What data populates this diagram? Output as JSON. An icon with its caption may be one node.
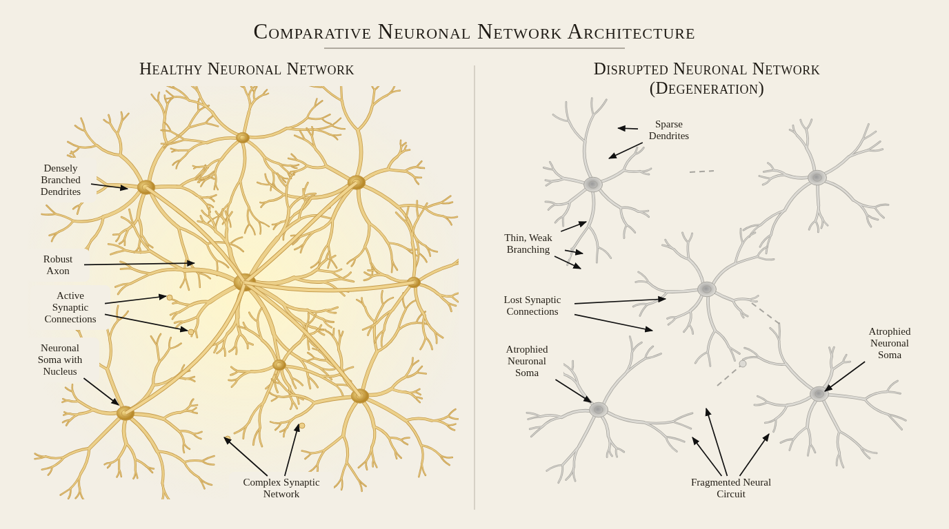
{
  "diagram": {
    "title": "Comparative Neuronal Network Architecture",
    "nodes": [
      {
        "text": [
          "Densely Branched Dendrites"
        ]
      },
      {
        "text": [
          "Robust Axon"
        ]
      },
      {
        "text": [
          "Active Synaptic Connections"
        ]
      },
      {
        "text": [
          "Neuronal Soma with Nucleus"
        ]
      },
      {
        "text": [
          "Complex Synaptic Network"
        ]
      },
      {
        "text": [
          "Sparse Dendrites"
        ]
      },
      {
        "text": [
          "Thin, Weak Branching"
        ]
      },
      {
        "text": [
          "Lost Synaptic Connections"
        ]
      },
      {
        "text": [
          "Atrophied Neuronal Soma"
        ]
      },
      {
        "text": [
          "Atrophied Neuronal Soma"
        ]
      },
      {
        "text": [
          "Fragmented Neural Circuit"
        ]
      }
    ],
    "edges": [
      {
        "from": 0,
        "to": null,
        "arrow": "to"
      },
      {
        "from": 1,
        "to": null,
        "arrow": "to"
      },
      {
        "from": 2,
        "to": null,
        "arrow": "to"
      },
      {
        "from": 2,
        "to": null,
        "arrow": "to"
      },
      {
        "from": 3,
        "to": null,
        "arrow": "to"
      },
      {
        "from": 4,
        "to": null,
        "arrow": "to"
      },
      {
        "from": 4,
        "to": null,
        "arrow": "to"
      },
      {
        "from": 5,
        "to": null,
        "arrow": "to"
      },
      {
        "from": 5,
        "to": null,
        "arrow": "to"
      },
      {
        "from": 6,
        "to": null,
        "arrow": "to"
      },
      {
        "from": 6,
        "to": null,
        "arrow": "to"
      },
      {
        "from": 6,
        "to": null,
        "arrow": "to"
      },
      {
        "from": 7,
        "to": null,
        "arrow": "to"
      },
      {
        "from": 7,
        "to": null,
        "arrow": "to"
      },
      {
        "from": 8,
        "to": null,
        "arrow": "to"
      },
      {
        "from": 9,
        "to": null,
        "arrow": "to"
      },
      {
        "from": 10,
        "to": null,
        "arrow": "to"
      },
      {
        "from": 10,
        "to": null,
        "arrow": "to"
      },
      {
        "from": 10,
        "to": null,
        "arrow": "to"
      }
    ],
    "labels": [
      "Healthy Neuronal Network",
      "Disrupted Neuronal Network (Degeneration)"
    ]
  }
}
